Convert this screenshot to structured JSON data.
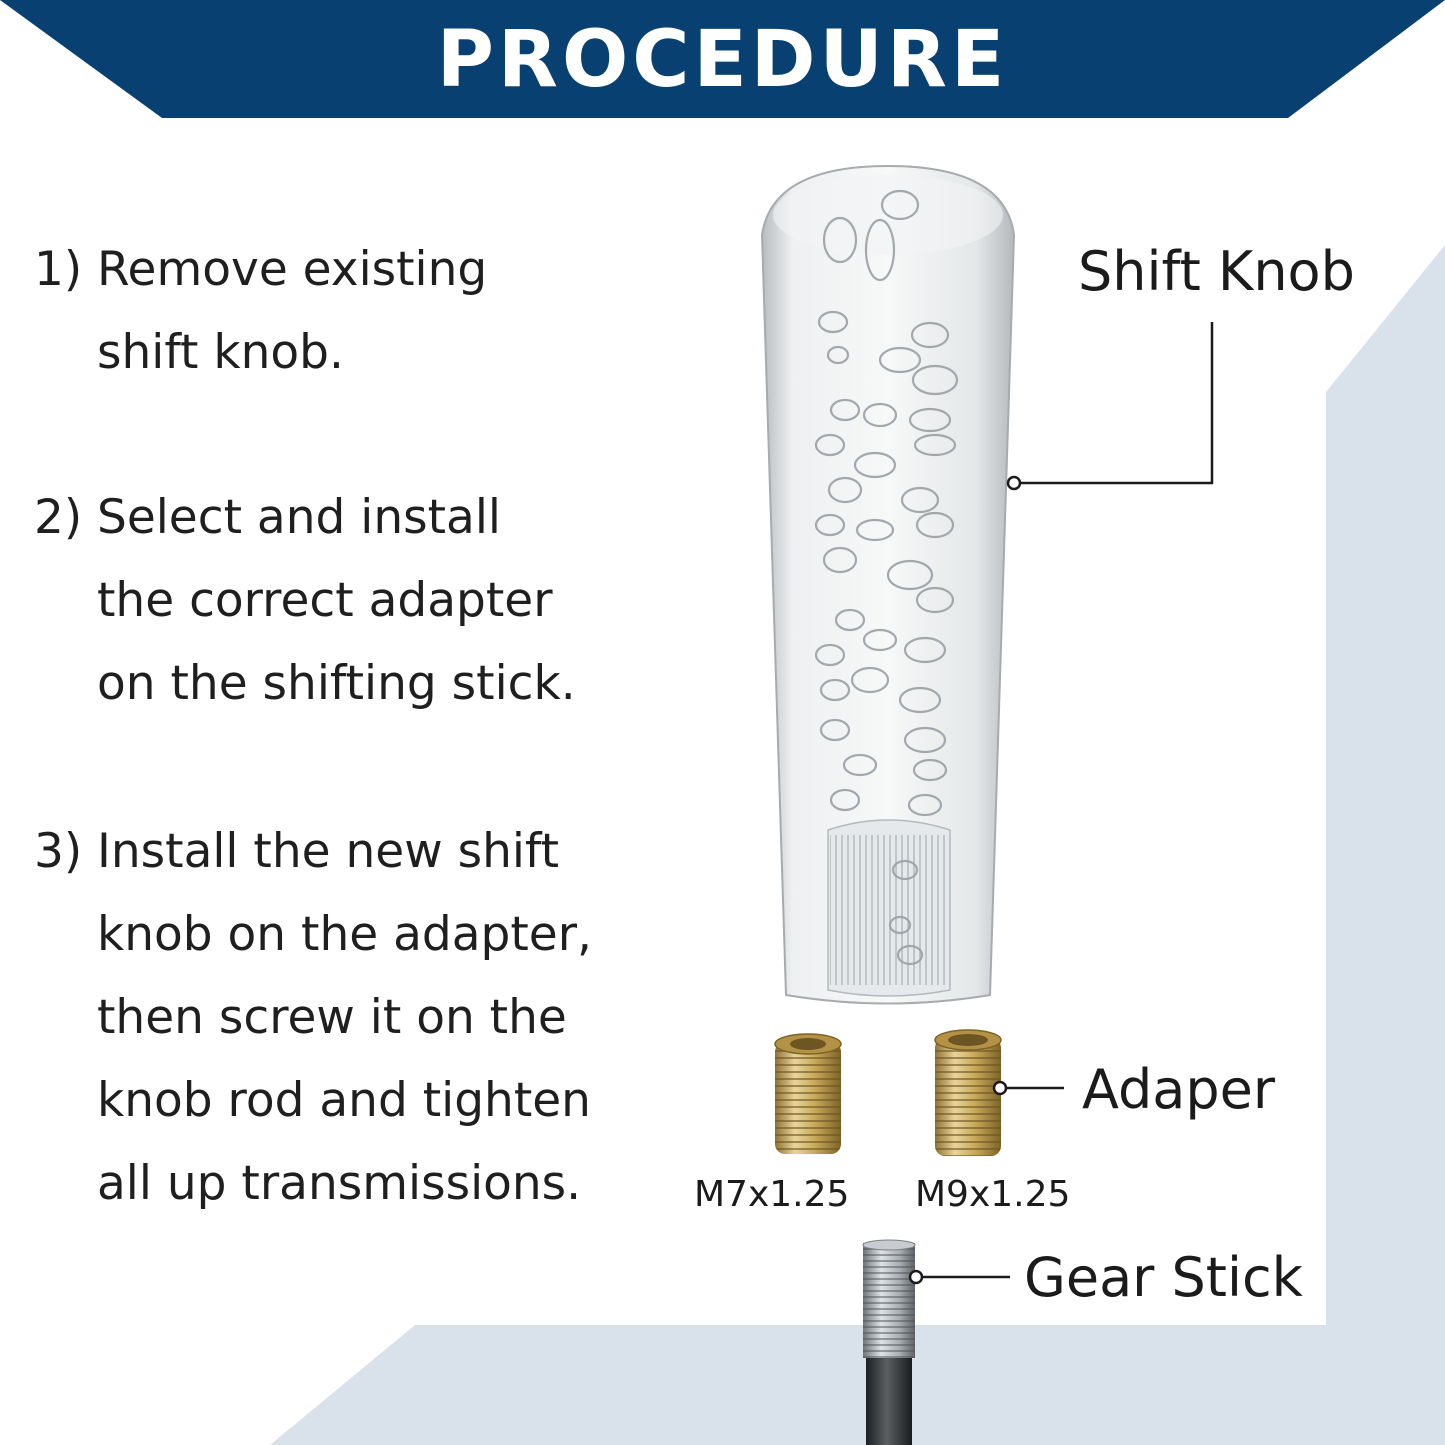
{
  "banner": {
    "title": "PROCEDURE"
  },
  "steps": [
    {
      "number": "1)",
      "lines": [
        "Remove existing",
        "shift knob."
      ]
    },
    {
      "number": "2)",
      "lines": [
        "Select and install",
        "the correct adapter",
        "on the shifting stick."
      ]
    },
    {
      "number": "3)",
      "lines": [
        "Install the new shift",
        "knob on the adapter,",
        "then screw it on the",
        "knob rod and tighten",
        "all up transmissions."
      ]
    }
  ],
  "labels": {
    "knob": "Shift Knob",
    "adapter": "Adaper",
    "gear": "Gear Stick",
    "size_m7": "M7x1.25",
    "size_m9": "M9x1.25"
  },
  "colors": {
    "banner": "#084171",
    "background_shape": "#d9e1ea",
    "brass": "#c9a95a",
    "steel": "#a9aeb2"
  }
}
